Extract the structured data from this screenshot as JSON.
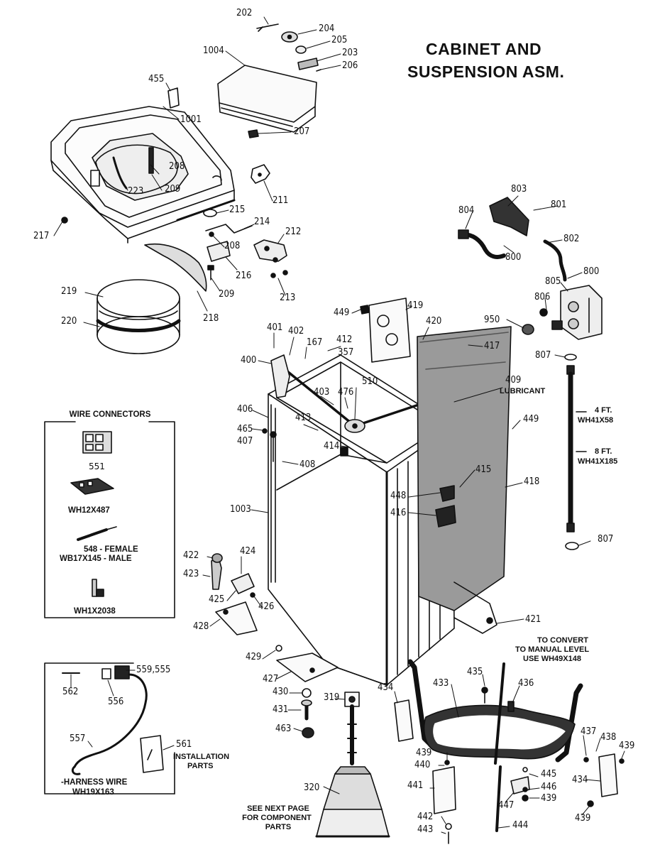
{
  "title": {
    "line1": "CABINET AND",
    "line2": "SUSPENSION ASM."
  },
  "parts": [
    "202",
    "204",
    "205",
    "203",
    "206",
    "1004",
    "207",
    "455",
    "1001",
    "208",
    "223",
    "209",
    "211",
    "215",
    "214",
    "212",
    "217",
    "208",
    "216",
    "209",
    "213",
    "219",
    "220",
    "218",
    "803",
    "801",
    "804",
    "802",
    "800",
    "800",
    "805",
    "806",
    "950",
    "807",
    "807",
    "449",
    "419",
    "420",
    "401",
    "402",
    "167",
    "412",
    "357",
    "417",
    "400",
    "510",
    "403",
    "476",
    "409",
    "406",
    "413",
    "465",
    "407",
    "414",
    "449",
    "408",
    "415",
    "418",
    "448",
    "416",
    "1003",
    "422",
    "424",
    "423",
    "425",
    "426",
    "428",
    "421",
    "429",
    "427",
    "430",
    "431",
    "463",
    "319",
    "320",
    "434",
    "433",
    "435",
    "436",
    "437",
    "438",
    "439",
    "439",
    "440",
    "445",
    "441",
    "446",
    "439",
    "447",
    "442",
    "443",
    "444",
    "434",
    "439"
  ],
  "notes": {
    "lubricant": "LUBRICANT",
    "hose4": "4 FT.",
    "hose4_part": "WH41X58",
    "hose8": "8 FT.",
    "hose8_part": "WH41X185",
    "convert1": "TO CONVERT",
    "convert2": "TO MANUAL LEVEL",
    "convert3": "USE WH49X148",
    "next1": "SEE NEXT PAGE",
    "next2": "FOR COMPONENT",
    "next3": "PARTS",
    "install1": "INSTALLATION",
    "install2": "PARTS"
  },
  "wire_connectors": {
    "heading": "WIRE CONNECTORS",
    "items": [
      "551",
      "WH12X487",
      "548 - FEMALE",
      "WB17X145 - MALE",
      "WH1X2038"
    ]
  },
  "harness": {
    "labels": [
      "559,555",
      "562",
      "556",
      "557",
      "561"
    ],
    "caption1": "-HARNESS WIRE",
    "caption2": "WH19X163"
  }
}
